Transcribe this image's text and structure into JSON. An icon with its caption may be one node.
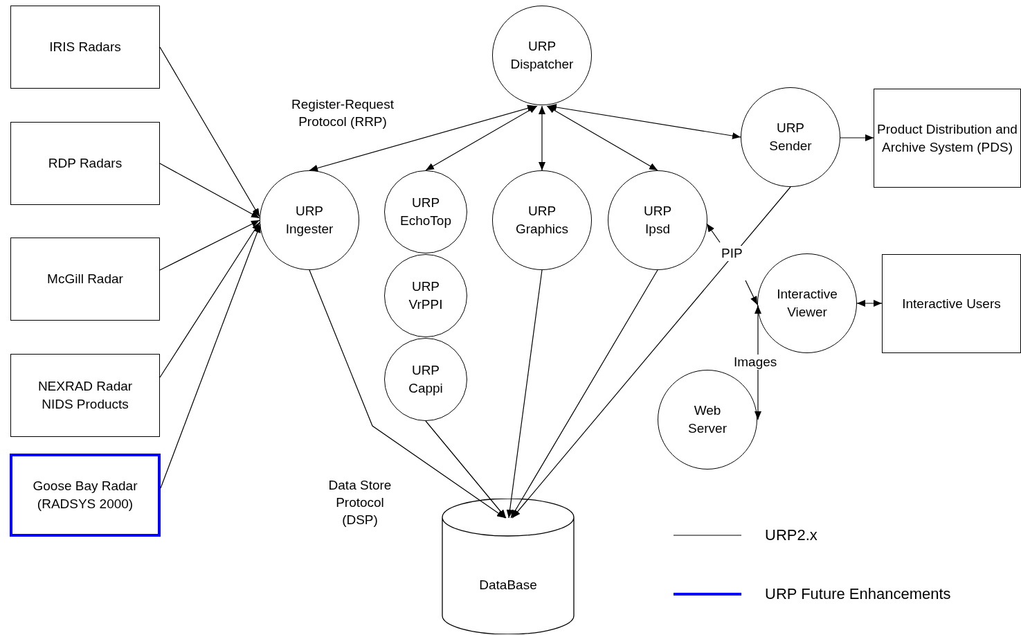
{
  "diagram": {
    "nodes": [
      {
        "text": [
          "IRIS Radars"
        ]
      },
      {
        "text": [
          "RDP Radars"
        ]
      },
      {
        "text": [
          "McGill Radar"
        ]
      },
      {
        "text": [
          "NEXRAD Radar NIDS Products"
        ]
      },
      {
        "text": [
          "Goose Bay Radar (RADSYS 2000)"
        ]
      },
      {
        "text": [
          "URP Dispatcher"
        ]
      },
      {
        "text": [
          "URP Ingester"
        ]
      },
      {
        "text": [
          "URP EchoTop"
        ]
      },
      {
        "text": [
          "URP VrPPI"
        ]
      },
      {
        "text": [
          "URP Cappi"
        ]
      },
      {
        "text": [
          "URP Graphics"
        ]
      },
      {
        "text": [
          "URP Ipsd"
        ]
      },
      {
        "text": [
          "URP Sender"
        ]
      },
      {
        "text": [
          "Product Distribution and Archive System (PDS)"
        ]
      },
      {
        "text": [
          "Interactive Viewer"
        ]
      },
      {
        "text": [
          "Interactive Users"
        ]
      },
      {
        "text": [
          "Web Server"
        ]
      },
      {
        "text": [
          "DataBase"
        ]
      }
    ],
    "edges": [
      {
        "from": 0,
        "to": 6,
        "arrow": "to"
      },
      {
        "from": 1,
        "to": 6,
        "arrow": "to"
      },
      {
        "from": 2,
        "to": 6,
        "arrow": "to"
      },
      {
        "from": 3,
        "to": 6,
        "arrow": "to"
      },
      {
        "from": 4,
        "to": 6,
        "arrow": "to"
      },
      {
        "from": 5,
        "to": 6,
        "arrow": "both"
      },
      {
        "from": 5,
        "to": 7,
        "arrow": "both"
      },
      {
        "from": 5,
        "to": 10,
        "arrow": "both"
      },
      {
        "from": 5,
        "to": 11,
        "arrow": "both"
      },
      {
        "from": 5,
        "to": 12,
        "arrow": "both"
      },
      {
        "from": 12,
        "to": 13,
        "arrow": "to"
      },
      {
        "from": 6,
        "to": 17,
        "arrow": "to"
      },
      {
        "from": 9,
        "to": 17,
        "arrow": "to"
      },
      {
        "from": 10,
        "to": 17,
        "arrow": "to"
      },
      {
        "from": 11,
        "to": 17,
        "arrow": "to"
      },
      {
        "from": 12,
        "to": 17,
        "arrow": "to"
      },
      {
        "from": null,
        "to": 11,
        "arrow": "to",
        "label": "PIP"
      },
      {
        "from": null,
        "to": 14,
        "arrow": "to"
      },
      {
        "from": 14,
        "to": 16,
        "arrow": "both",
        "label": "Images"
      },
      {
        "from": 14,
        "to": 15,
        "arrow": "both"
      }
    ],
    "labels": [
      "Register-Request Protocol (RRP)",
      "Data Store Protocol (DSP)"
    ],
    "legend": [
      {
        "text": "URP2.x"
      },
      {
        "text": "URP Future Enhancements"
      }
    ]
  }
}
